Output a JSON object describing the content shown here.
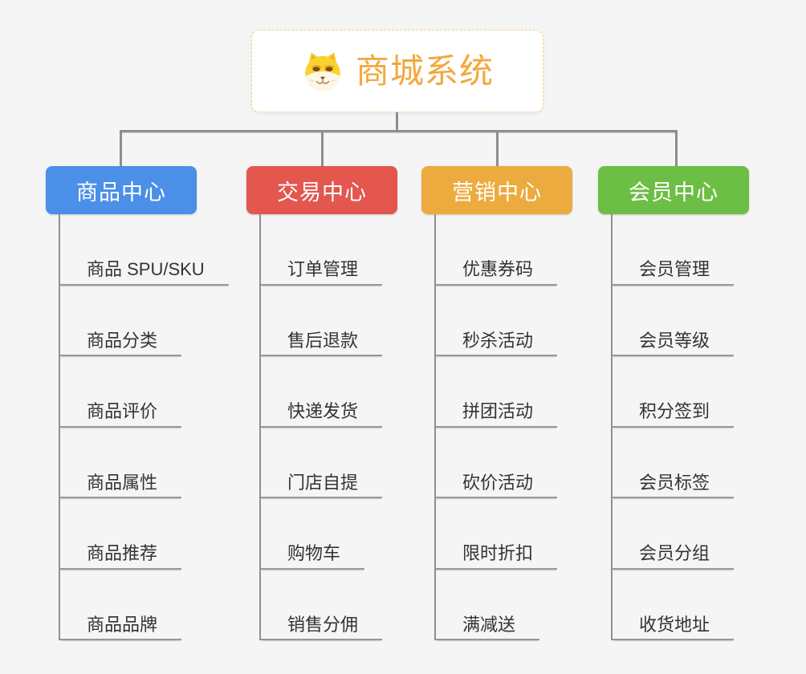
{
  "root": {
    "title": "商城系统",
    "title_color": "#f1a83c",
    "border_color": "#f5cd8e",
    "icon": "dog-face-icon"
  },
  "connector_color": "#8d8d8d",
  "background_color": "#f5f5f5",
  "branches": [
    {
      "label": "商品中心",
      "color": "#4b8fe8",
      "items": [
        "商品 SPU/SKU",
        "商品分类",
        "商品评价",
        "商品属性",
        "商品推荐",
        "商品品牌"
      ]
    },
    {
      "label": "交易中心",
      "color": "#e3574f",
      "items": [
        "订单管理",
        "售后退款",
        "快递发货",
        "门店自提",
        "购物车",
        "销售分佣"
      ]
    },
    {
      "label": "营销中心",
      "color": "#ecab3e",
      "items": [
        "优惠券码",
        "秒杀活动",
        "拼团活动",
        "砍价活动",
        "限时折扣",
        "满减送"
      ]
    },
    {
      "label": "会员中心",
      "color": "#6dbe45",
      "items": [
        "会员管理",
        "会员等级",
        "积分签到",
        "会员标签",
        "会员分组",
        "收货地址"
      ]
    }
  ]
}
